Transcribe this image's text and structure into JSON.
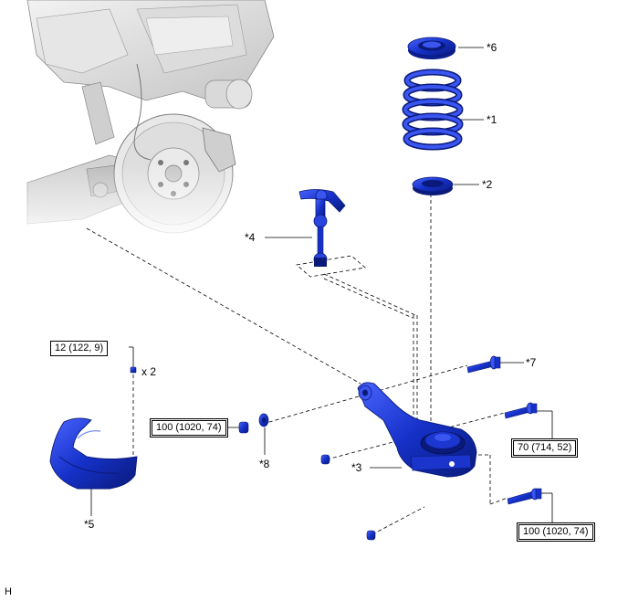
{
  "parts": {
    "p1": "*1",
    "p2": "*2",
    "p3": "*3",
    "p4": "*4",
    "p5": "*5",
    "p6": "*6",
    "p7": "*7",
    "p8": "*8"
  },
  "quantity_label": "x 2",
  "torque": {
    "t1": "12 (122, 9)",
    "t2": "100 (1020, 74)",
    "t3": "70 (714, 52)",
    "t4": "100 (1020, 74)"
  },
  "corner_mark": "H",
  "colors": {
    "part_blue": "#1531c8",
    "part_dark": "#0a1a7a",
    "vehicle_gray": "#d6d6d6"
  }
}
